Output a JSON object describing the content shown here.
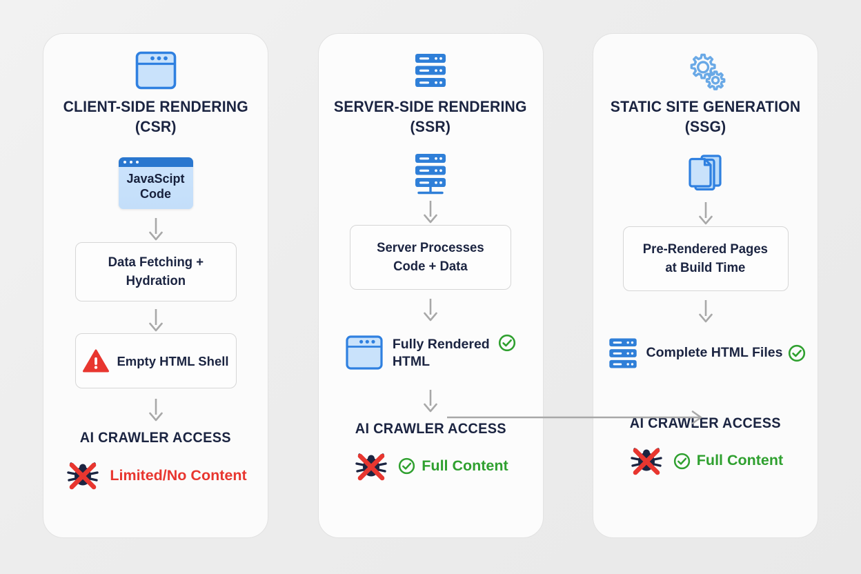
{
  "diagram": {
    "title_hidden": "",
    "colors": {
      "background": "#eeeeee",
      "card_bg": "#fbfbfb",
      "navy": "#1b2441",
      "blue": "#2a77cf",
      "light_blue": "#c9e2fb",
      "red": "#e8362f",
      "green": "#2fa02f",
      "arrow_gray": "#a8a8a8"
    }
  },
  "columns": [
    {
      "id": "csr",
      "header_icon": "browser-window-icon",
      "title_line1": "CLIENT-SIDE RENDERING",
      "title_line2": "(CSR)",
      "code_window": {
        "icon": "code-window-icon",
        "line1": "JavaScipt",
        "line2": "Code"
      },
      "step1": "Data Fetching +\nHydration",
      "step1_line1": "Data Fetching +",
      "step1_line2": "Hydration",
      "output": {
        "icon": "warning-triangle-icon",
        "label": "Empty HTML Shell",
        "status": "warning"
      },
      "crawler_title": "AI CRAWLER ACCESS",
      "crawler_icon": "blocked-bug-icon",
      "crawler_result": "Limited/No Content",
      "crawler_result_status": "bad"
    },
    {
      "id": "ssr",
      "header_icon": "server-stack-icon",
      "title_line1": "SERVER-SIDE RENDERING",
      "title_line2": "(SSR)",
      "mid_icon": "server-network-icon",
      "step1_line1": "Server Processes",
      "step1_line2": "Code + Data",
      "output": {
        "icon": "browser-window-icon",
        "label_line1": "Fully Rendered",
        "label_line2": "HTML",
        "status": "ok",
        "status_icon": "check-circle-icon"
      },
      "crawler_title": "AI CRAWLER ACCESS",
      "crawler_icon": "blocked-bug-icon",
      "crawler_result": "Full Content",
      "crawler_result_status": "good"
    },
    {
      "id": "ssg",
      "header_icon": "gears-icon",
      "title_line1": "STATIC SITE GENERATION",
      "title_line2": "(SSG)",
      "mid_icon": "documents-stack-icon",
      "step1_line1": "Pre-Rendered Pages",
      "step1_line2": "at Build Time",
      "output": {
        "icon": "server-stack-icon",
        "label": "Complete HTML Files",
        "status": "ok",
        "status_icon": "check-circle-icon"
      },
      "crawler_title": "AI CRAWLER ACCESS",
      "crawler_icon": "blocked-bug-icon",
      "crawler_result": "Full Content",
      "crawler_result_status": "good"
    }
  ],
  "connector": {
    "name": "ssr-to-ssg-arrow",
    "from": "ssr",
    "to": "ssg"
  }
}
